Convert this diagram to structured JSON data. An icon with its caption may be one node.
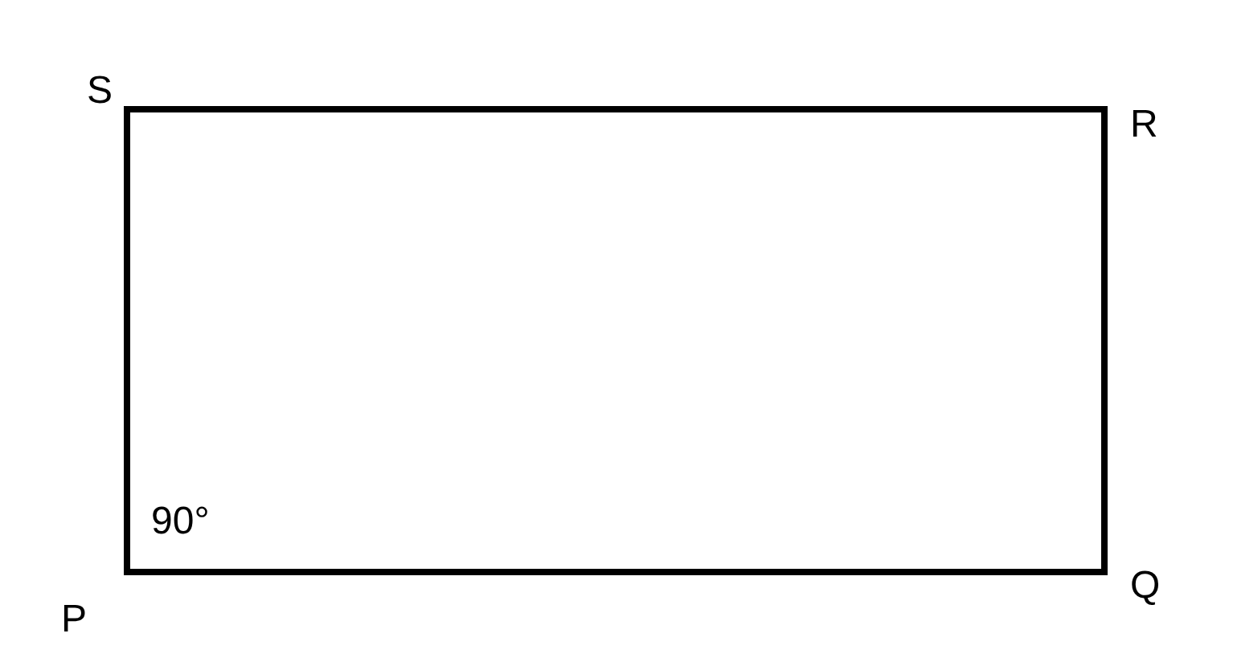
{
  "diagram": {
    "labels": [
      "S",
      "R",
      "90°",
      "Q",
      "P"
    ]
  }
}
